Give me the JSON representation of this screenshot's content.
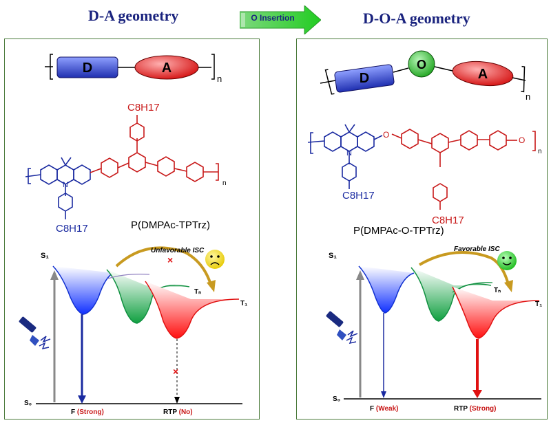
{
  "left": {
    "heading": "D-A geometry",
    "unit_d": "D",
    "unit_a": "A",
    "unit_n": "n",
    "polymer_name": "P(DMPAc-TPTrz)",
    "isc_label": "Unfavorable ISC",
    "fluorescence_label": "F",
    "fluorescence_strength": "(Strong)",
    "rtp_label": "RTP",
    "rtp_strength": "(No)"
  },
  "right": {
    "heading": "D-O-A geometry",
    "unit_d": "D",
    "unit_o": "O",
    "unit_a": "A",
    "unit_n": "n",
    "polymer_name": "P(DMPAc-O-TPTrz)",
    "isc_label": "Favorable ISC",
    "fluorescence_label": "F",
    "fluorescence_strength": "(Weak)",
    "rtp_label": "RTP",
    "rtp_strength": "(Strong)"
  },
  "center_arrow": {
    "label": "O Insertion"
  },
  "chem": {
    "alkyl": "C8H17",
    "n": "n",
    "N": "N",
    "O": "O"
  },
  "energy_levels": {
    "s1": "S₁",
    "s0": "S₀",
    "tn": "Tₙ",
    "t1": "T₁"
  },
  "colors": {
    "donor_blue": "#2a3fd0",
    "acceptor_red": "#d62020",
    "oxygen_green": "#1ea31e",
    "heading_navy": "#1a237e",
    "arrow_green": "#33cc33"
  }
}
